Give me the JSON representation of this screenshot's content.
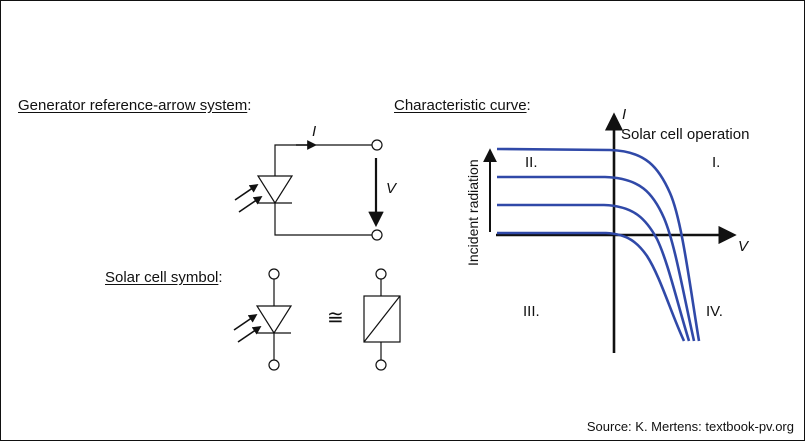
{
  "titles": {
    "generator_reference": "Generator reference-arrow system",
    "generator_colon": ":",
    "solar_cell_symbol": "Solar cell symbol",
    "solar_cell_symbol_colon": ":",
    "characteristic_curve": "Characteristic curve",
    "characteristic_curve_colon": ":"
  },
  "circuit": {
    "current_label": "I",
    "voltage_label": "V",
    "equivalent_symbol": "≅"
  },
  "characteristic": {
    "y_axis_label": "I",
    "x_axis_label": "V",
    "operation_label": "Solar cell operation",
    "radiation_label": "Incident radiation",
    "quadrants": [
      "I.",
      "II.",
      "III.",
      "IV."
    ],
    "curve_count": 4,
    "curve_color": "#3049a8"
  },
  "footer": {
    "source": "Source: K. Mertens: textbook-pv.org"
  }
}
